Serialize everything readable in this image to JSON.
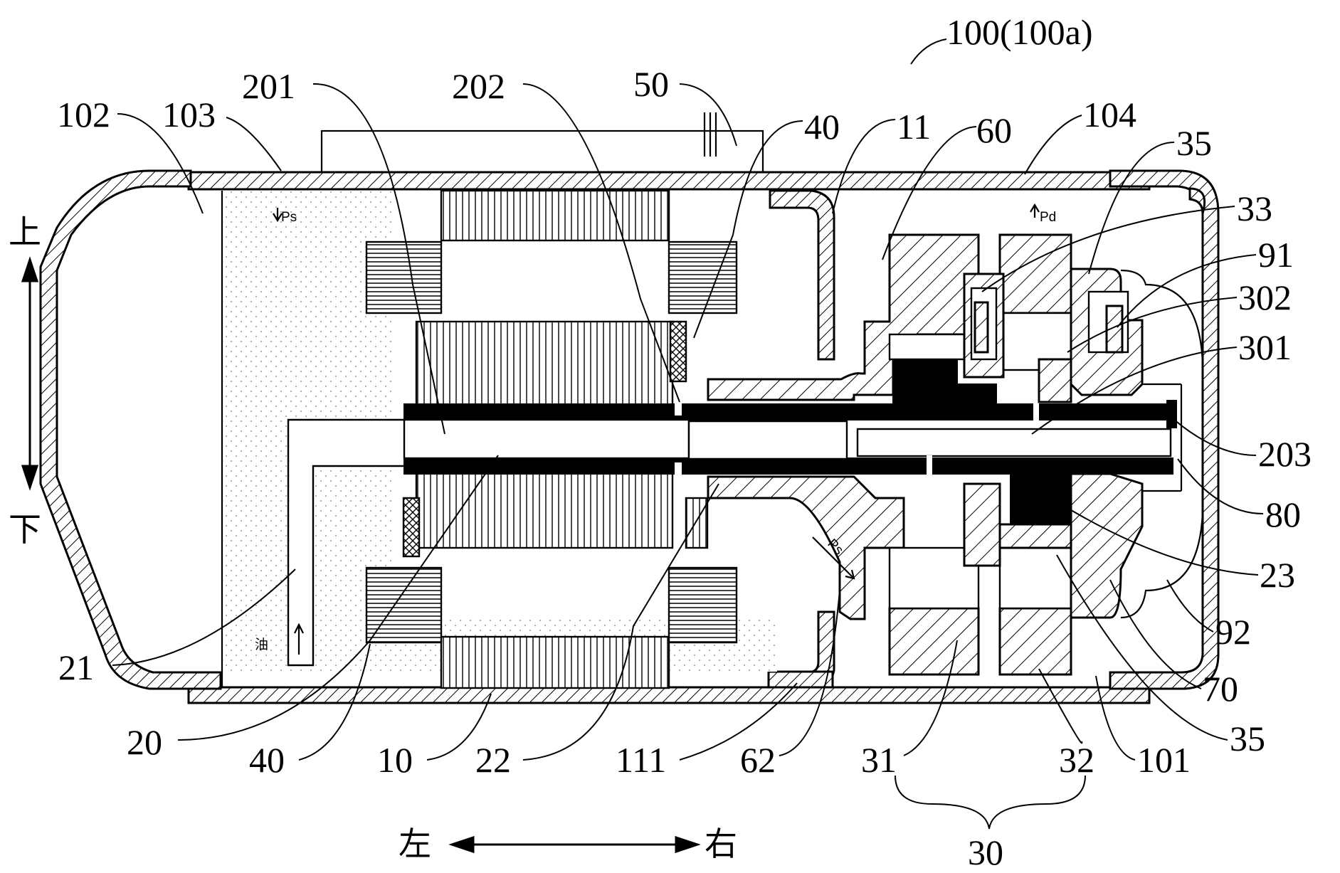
{
  "figure": {
    "title": "100(100a)"
  },
  "directions": {
    "up": "上",
    "down": "下",
    "left": "左",
    "right": "右"
  },
  "inline_labels": {
    "ps_top": "Ps",
    "pd_top": "Pd",
    "ps_mid": "Ps",
    "oil": "油"
  },
  "labels": {
    "l102": "102",
    "l103": "103",
    "l201": "201",
    "l202": "202",
    "l50": "50",
    "l40_top": "40",
    "l11": "11",
    "l60": "60",
    "l104": "104",
    "l35_top": "35",
    "l33": "33",
    "l91": "91",
    "l302": "302",
    "l301": "301",
    "l203": "203",
    "l80": "80",
    "l23": "23",
    "l92": "92",
    "l70": "70",
    "l35_bottom": "35",
    "l101": "101",
    "l32": "32",
    "l31": "31",
    "l62": "62",
    "l111": "111",
    "l22": "22",
    "l10": "10",
    "l40_bottom": "40",
    "l20": "20",
    "l21": "21",
    "l30": "30"
  }
}
